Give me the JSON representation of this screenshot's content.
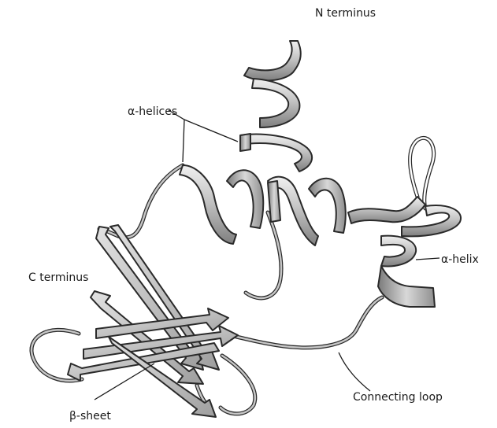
{
  "labels": {
    "n_terminus": "N terminus",
    "alpha_helices": "α-helices",
    "alpha_helix": "α-helix",
    "c_terminus": "C terminus",
    "connecting_loop": "Connecting loop",
    "beta_sheet": "β-sheet"
  },
  "colors": {
    "ribbon_face": "#c9c9c9",
    "ribbon_shade": "#8a8a8a",
    "ribbon_light": "#ededed",
    "outline": "#2a2a2a",
    "text": "#1a1a1a"
  }
}
